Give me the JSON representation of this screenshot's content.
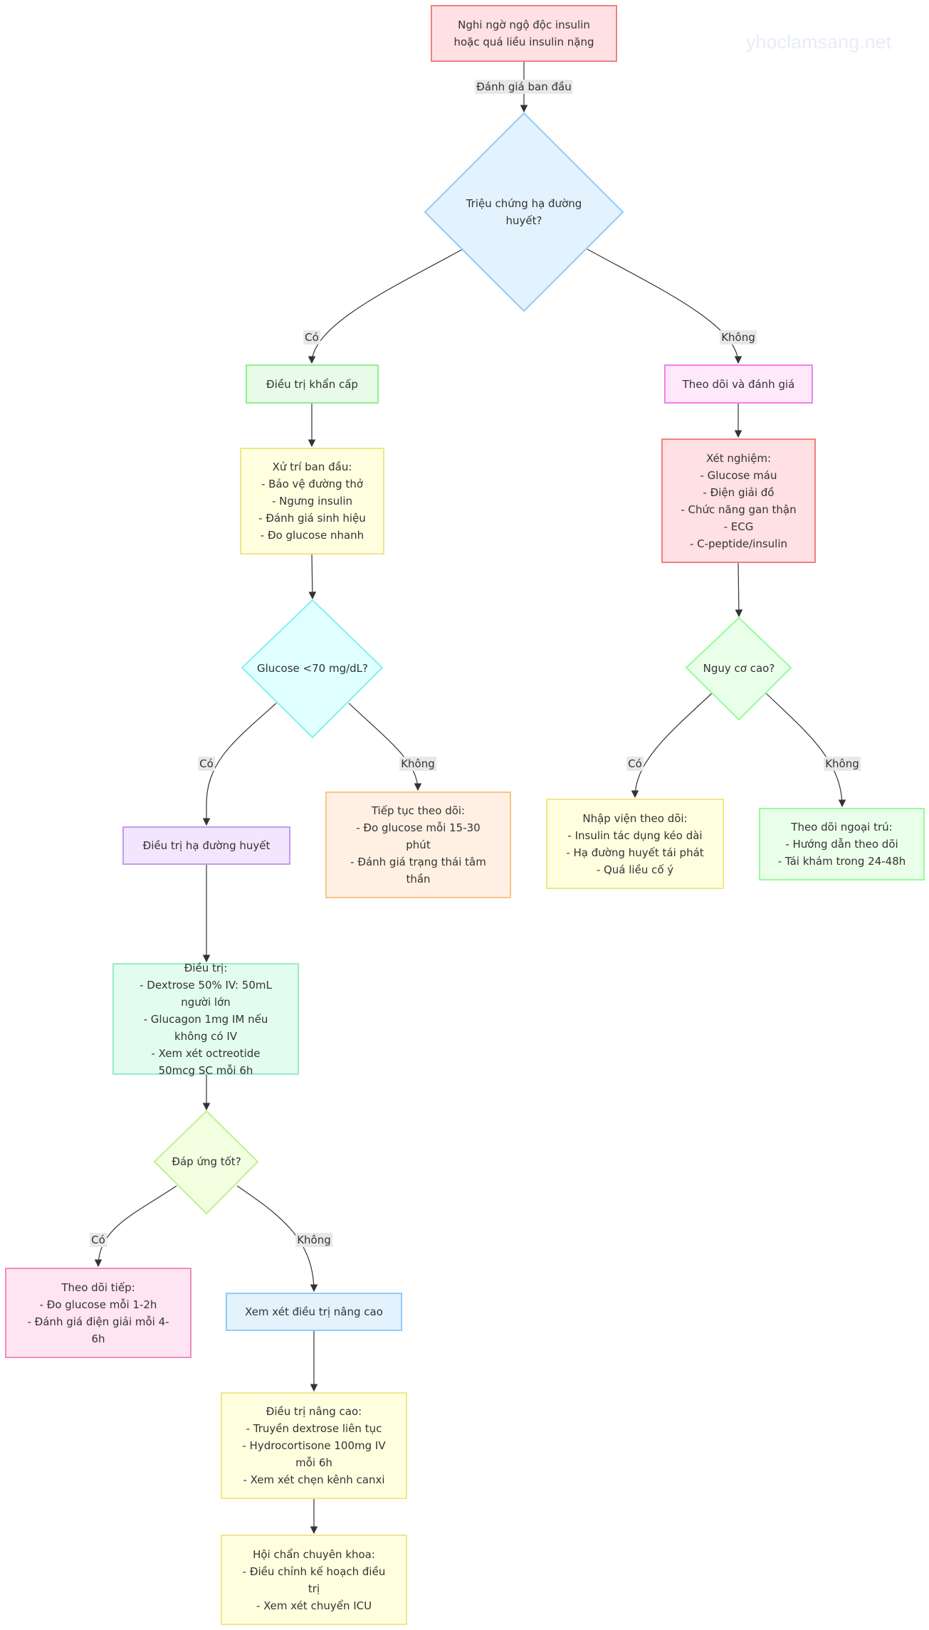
{
  "watermark": "yhoclamsang.net",
  "nodes": {
    "start": "Nghi ngờ ngộ độc insulin\nhoặc quá liều insulin nặng",
    "symptom": "Triệu chứng hạ đường\nhuyết?",
    "emergency": "Điều trị khẩn cấp",
    "monitor": "Theo dõi và đánh giá",
    "initial": "Xử trí ban đầu:\n- Bảo vệ đường thở\n- Ngưng insulin\n- Đánh giá sinh hiệu\n- Đo glucose nhanh",
    "labs": "Xét nghiệm:\n- Glucose máu\n- Điện giải đồ\n- Chức năng gan thận\n- ECG\n- C-peptide/insulin",
    "glucose": "Glucose <70 mg/dL?",
    "risk": "Nguy cơ cao?",
    "hypo_tx": "Điều trị hạ đường huyết",
    "continue": "Tiếp tục theo dõi:\n- Đo glucose mỗi 15-30\nphút\n- Đánh giá trạng thái tâm\nthần",
    "admit": "Nhập viện theo dõi:\n- Insulin tác dụng kéo dài\n- Hạ đường huyết tái phát\n- Quá liều cố ý",
    "outpatient": "Theo dõi ngoại trú:\n- Hướng dẫn theo dõi\n- Tái khám trong 24-48h",
    "treatment": "Điều trị:\n- Dextrose 50% IV: 50mL\nngười lớn\n- Glucagon 1mg IM nếu\nkhông có IV\n- Xem xét octreotide\n50mcg SC mỗi 6h",
    "response": "Đáp ứng tốt?",
    "follow": "Theo dõi tiếp:\n- Đo glucose mỗi 1-2h\n- Đánh giá điện giải mỗi 4-\n6h",
    "advanced_consider": "Xem xét điều trị nâng cao",
    "advanced": "Điều trị nâng cao:\n- Truyền dextrose liên tục\n- Hydrocortisone 100mg IV\nmỗi 6h\n- Xem xét chẹn kênh canxi",
    "consult": "Hội chẩn chuyên khoa:\n- Điều chỉnh kế hoạch điều\ntrị\n- Xem xét chuyển ICU"
  },
  "edges": {
    "initial_assess": "Đánh giá ban đầu",
    "symptom_yes": "Có",
    "symptom_no": "Không",
    "glucose_yes": "Có",
    "glucose_no": "Không",
    "risk_yes": "Có",
    "risk_no": "Không",
    "response_yes": "Có",
    "response_no": "Không"
  },
  "colors": {
    "start_fill": "#ffe0e3",
    "start_border": "#f08080",
    "symptom_fill": "#e3f2fd",
    "symptom_border": "#90caf9",
    "emergency_fill": "#e8fbe8",
    "emergency_border": "#90ee90",
    "monitor_fill": "#ffe8fc",
    "monitor_border": "#ee82ee",
    "initial_fill": "#ffffe0",
    "initial_border": "#f0e68c",
    "labs_fill": "#ffe0e3",
    "labs_border": "#f08080",
    "glucose_fill": "#e0ffff",
    "glucose_border": "#87efef",
    "risk_fill": "#eaffea",
    "risk_border": "#98fb98",
    "hypo_tx_fill": "#f3e5fd",
    "hypo_tx_border": "#c39bf0",
    "continue_fill": "#fff0e3",
    "continue_border": "#f8c48a",
    "admit_fill": "#ffffe0",
    "admit_border": "#f0e68c",
    "outpatient_fill": "#eaffea",
    "outpatient_border": "#98fb98",
    "treatment_fill": "#e3fcf0",
    "treatment_border": "#98ebc8",
    "response_fill": "#f2ffe0",
    "response_border": "#c0f090",
    "follow_fill": "#ffe4f1",
    "follow_border": "#f08cc0",
    "advanced_consider_fill": "#e3f2fd",
    "advanced_consider_border": "#90caf9",
    "advanced_fill": "#ffffe0",
    "advanced_border": "#f0e68c",
    "consult_fill": "#ffffe0",
    "consult_border": "#f0e68c",
    "edge": "#333333"
  }
}
